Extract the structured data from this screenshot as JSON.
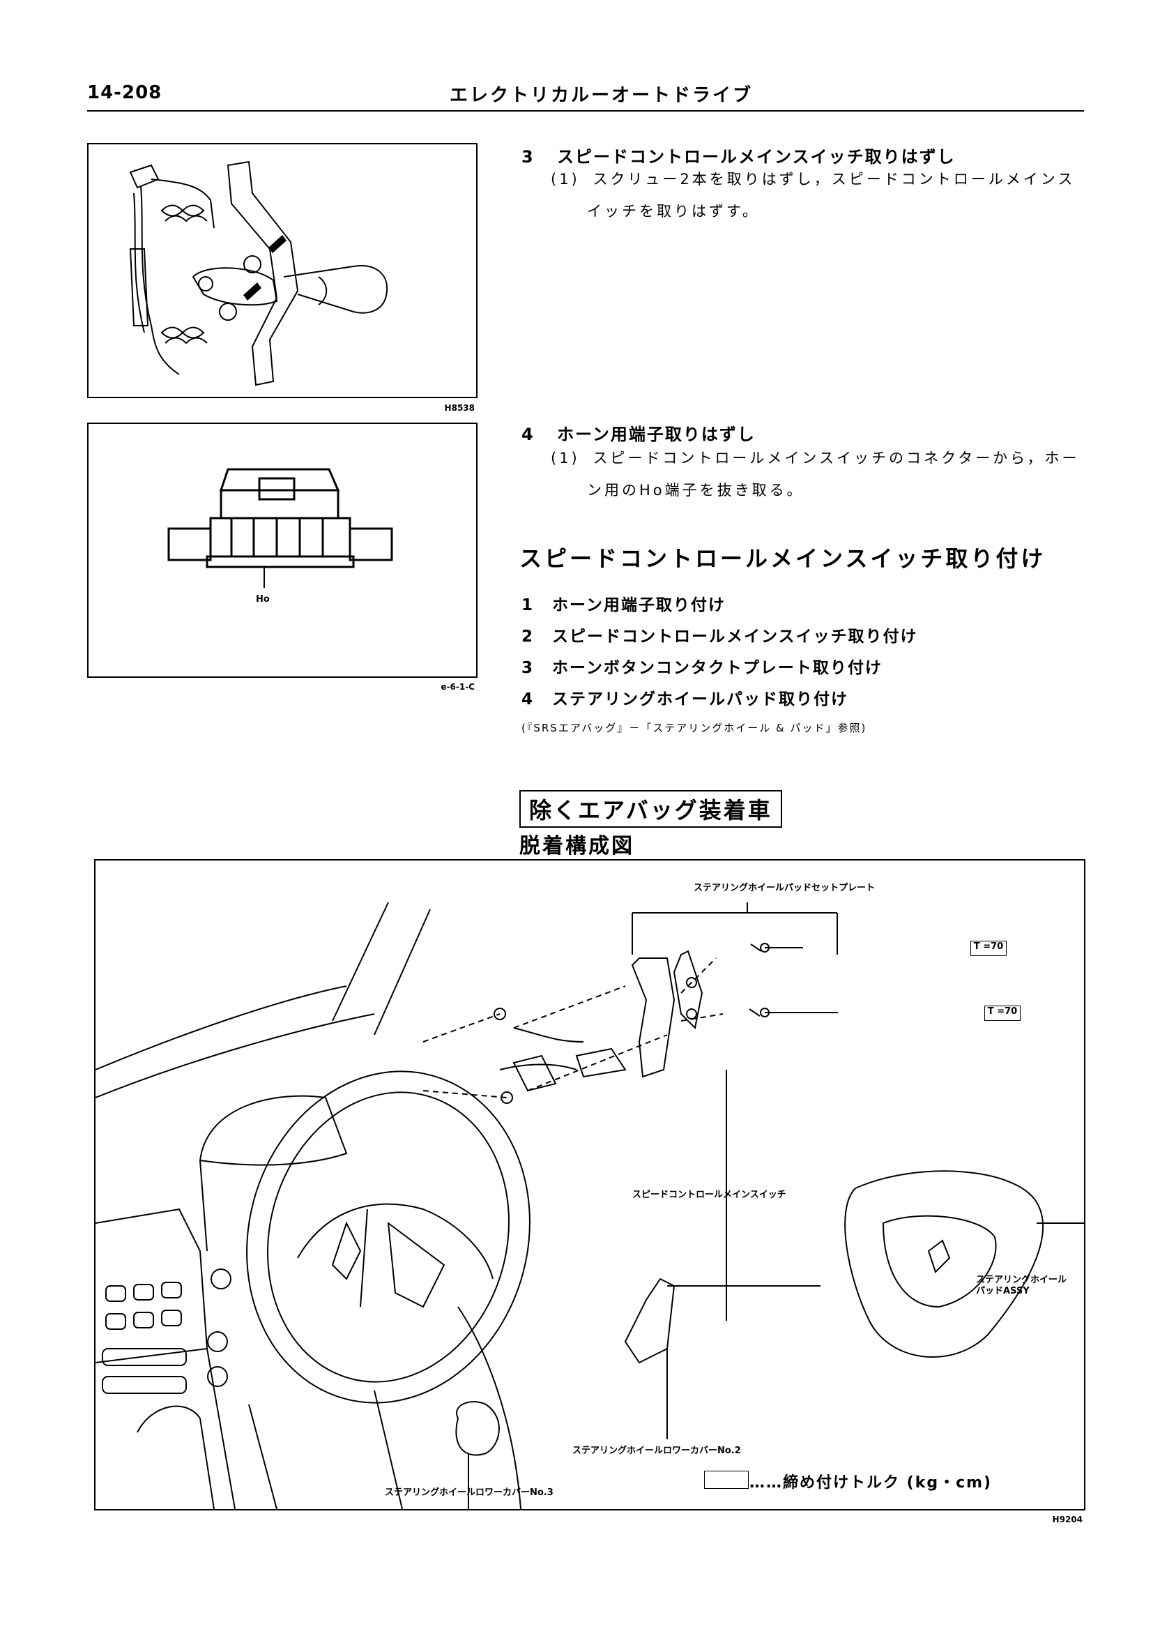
{
  "header": {
    "page_number": "14-208",
    "title": "エレクトリカルーオートドライブ"
  },
  "figures": {
    "fig1_caption": "H8538",
    "fig2_caption": "e-6-1-C",
    "fig2_label": "Ho"
  },
  "steps": [
    {
      "num": "3",
      "title": "スピードコントロールメインスイッチ取りはずし",
      "sub_num": "(1)",
      "sub_line1": "スクリュー2本を取りはずし，スピードコントロールメインス",
      "sub_line2": "イッチを取りはずす。"
    },
    {
      "num": "4",
      "title": "ホーン用端子取りはずし",
      "sub_num": "(1)",
      "sub_line1": "スピードコントロールメインスイッチのコネクターから，ホー",
      "sub_line2": "ン用のHo端子を抜き取る。"
    }
  ],
  "install": {
    "heading": "スピードコントロールメインスイッチ取り付け",
    "items": [
      {
        "num": "1",
        "text": "ホーン用端子取り付け"
      },
      {
        "num": "2",
        "text": "スピードコントロールメインスイッチ取り付け"
      },
      {
        "num": "3",
        "text": "ホーンボタンコンタクトプレート取り付け"
      },
      {
        "num": "4",
        "text": "ステアリングホイールパッド取り付け"
      }
    ],
    "reference": "(『SRSエアバッグ』－「ステアリングホイール & パッド」参照)"
  },
  "airbag_section": {
    "boxed_heading": "除くエアバッグ装着車",
    "diagram_heading": "脱着構成図"
  },
  "diagram": {
    "labels": {
      "set_plate": "ステアリングホイールパッドセットプレート",
      "main_switch": "スピードコントロールメインスイッチ",
      "pad_assy_1": "ステアリングホイール",
      "pad_assy_2": "パッドASSY",
      "lower_cover_2": "ステアリングホイールロワーカバーNo.2",
      "lower_cover_3": "ステアリングホイールロワーカバーNo.3"
    },
    "torque1": "T =70",
    "torque2": "T =70",
    "legend_text": "……締め付けトルク (kg・cm)",
    "caption": "H9204"
  }
}
